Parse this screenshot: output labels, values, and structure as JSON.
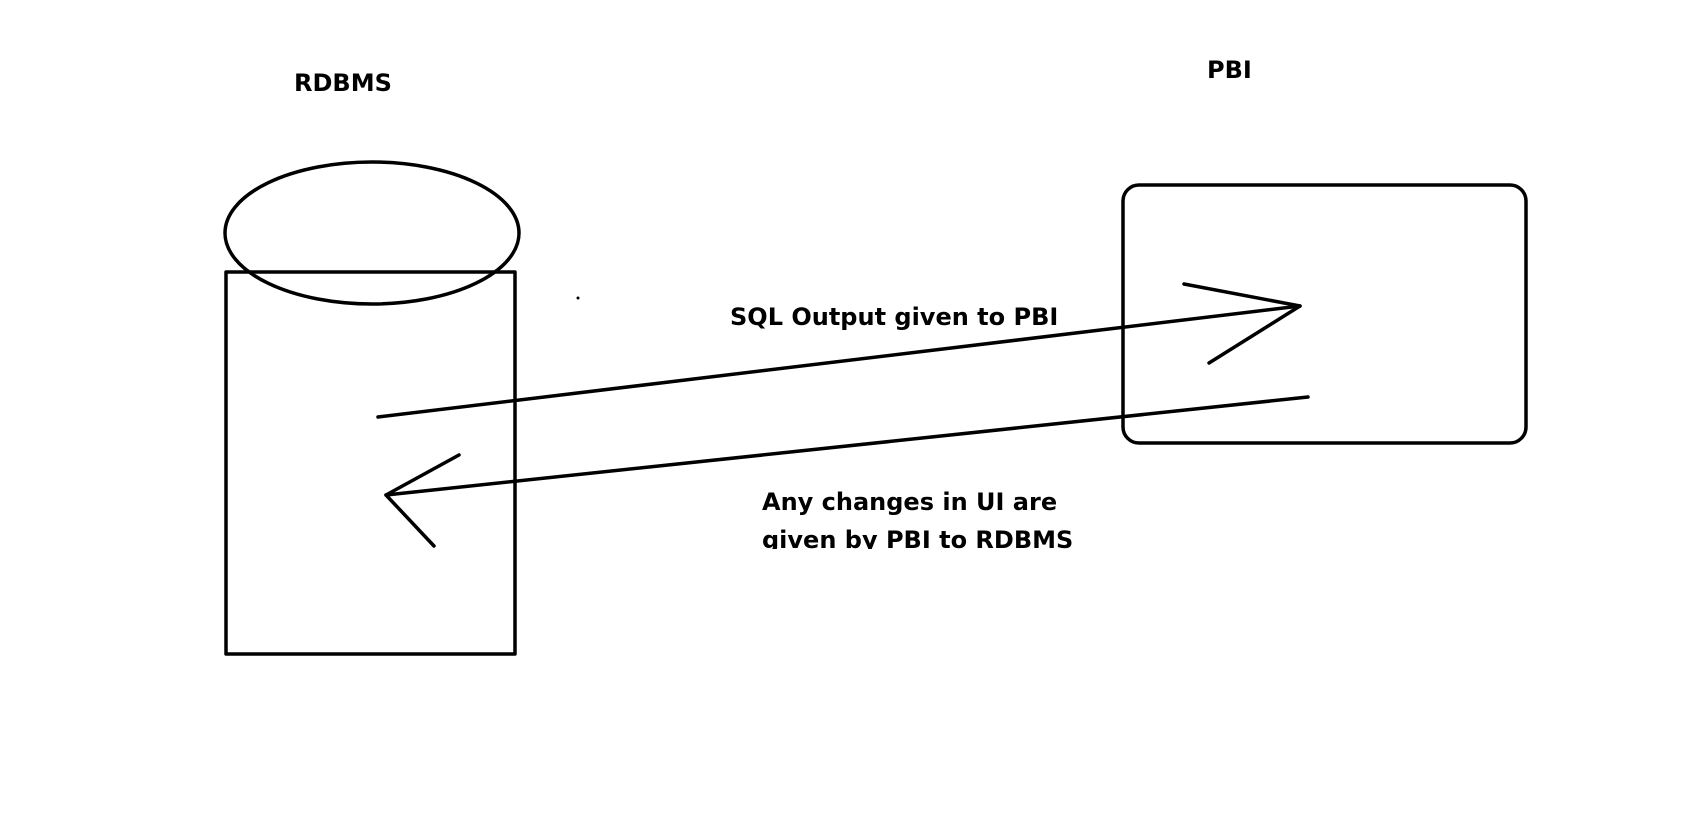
{
  "nodes": {
    "rdbms": {
      "label": "RDBMS",
      "shape": "database-cylinder"
    },
    "pbi": {
      "label": "PBI",
      "shape": "rounded-rectangle"
    }
  },
  "edges": [
    {
      "from": "RDBMS",
      "to": "PBI",
      "label": "SQL Output given to PBI"
    },
    {
      "from": "PBI",
      "to": "RDBMS",
      "label_lines": [
        "Any changes in UI are",
        "given by PBI to RDBMS"
      ]
    }
  ],
  "colors": {
    "stroke": "#000000",
    "background": "#ffffff"
  }
}
